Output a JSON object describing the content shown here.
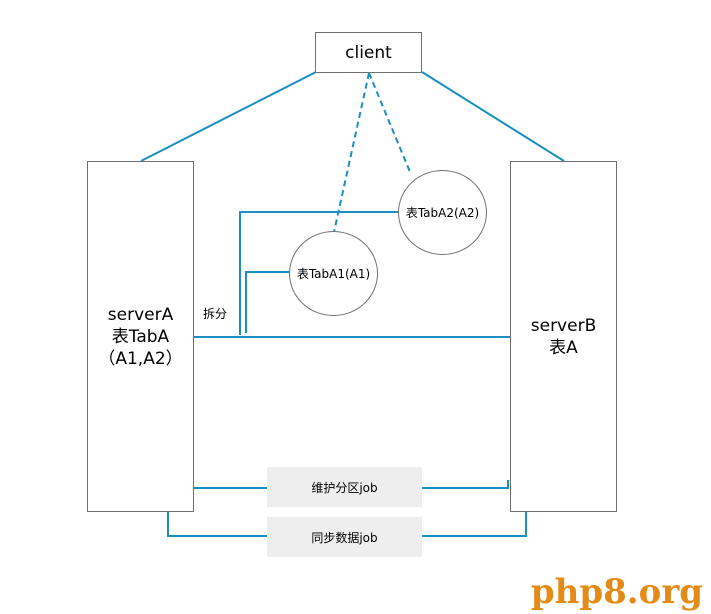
{
  "client": {
    "label": "client"
  },
  "serverA": {
    "line1": "serverA",
    "line2": "表TabA",
    "line3": "（A1,A2）"
  },
  "serverB": {
    "line1": "serverB",
    "line2": "表A"
  },
  "partitions": [
    {
      "label": "表TabA1(A1)"
    },
    {
      "label": "表TabA2(A2)"
    }
  ],
  "split_label": "拆分",
  "jobs": [
    {
      "label": "维护分区job"
    },
    {
      "label": "同步数据job"
    }
  ],
  "line_color": "#1a8fc0",
  "watermark": "php8.org"
}
